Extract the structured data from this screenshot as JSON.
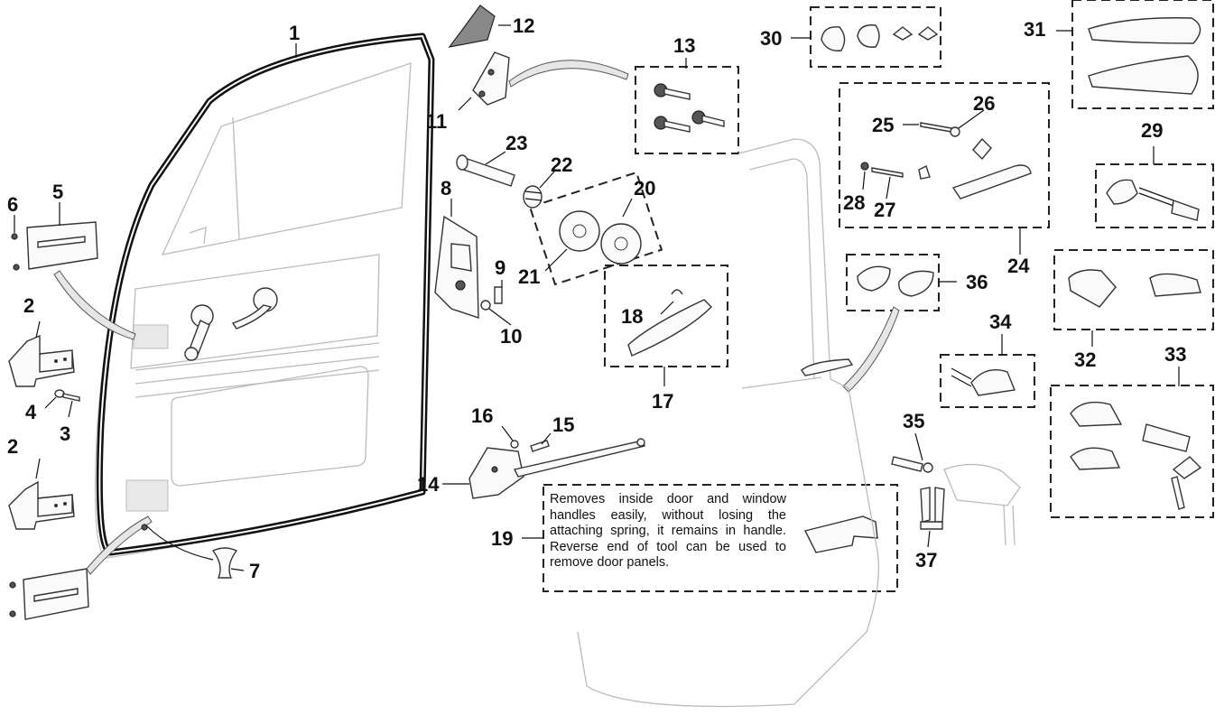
{
  "callouts": {
    "c1": "1",
    "c2a": "2",
    "c2b": "2",
    "c3": "3",
    "c4": "4",
    "c5": "5",
    "c6": "6",
    "c7": "7",
    "c8": "8",
    "c9": "9",
    "c10": "10",
    "c11": "11",
    "c12": "12",
    "c13": "13",
    "c14": "14",
    "c15": "15",
    "c16": "16",
    "c17": "17",
    "c18": "18",
    "c19": "19",
    "c20": "20",
    "c21": "21",
    "c22": "22",
    "c23": "23",
    "c24": "24",
    "c25": "25",
    "c26": "26",
    "c27": "27",
    "c28": "28",
    "c29": "29",
    "c30": "30",
    "c31": "31",
    "c32": "32",
    "c33": "33",
    "c34": "34",
    "c35": "35",
    "c36": "36",
    "c37": "37"
  },
  "tool_note": "Removes inside door and window handles easily, without losing the attaching spring, it remains in handle. Reverse end of tool can be used to remove door panels."
}
